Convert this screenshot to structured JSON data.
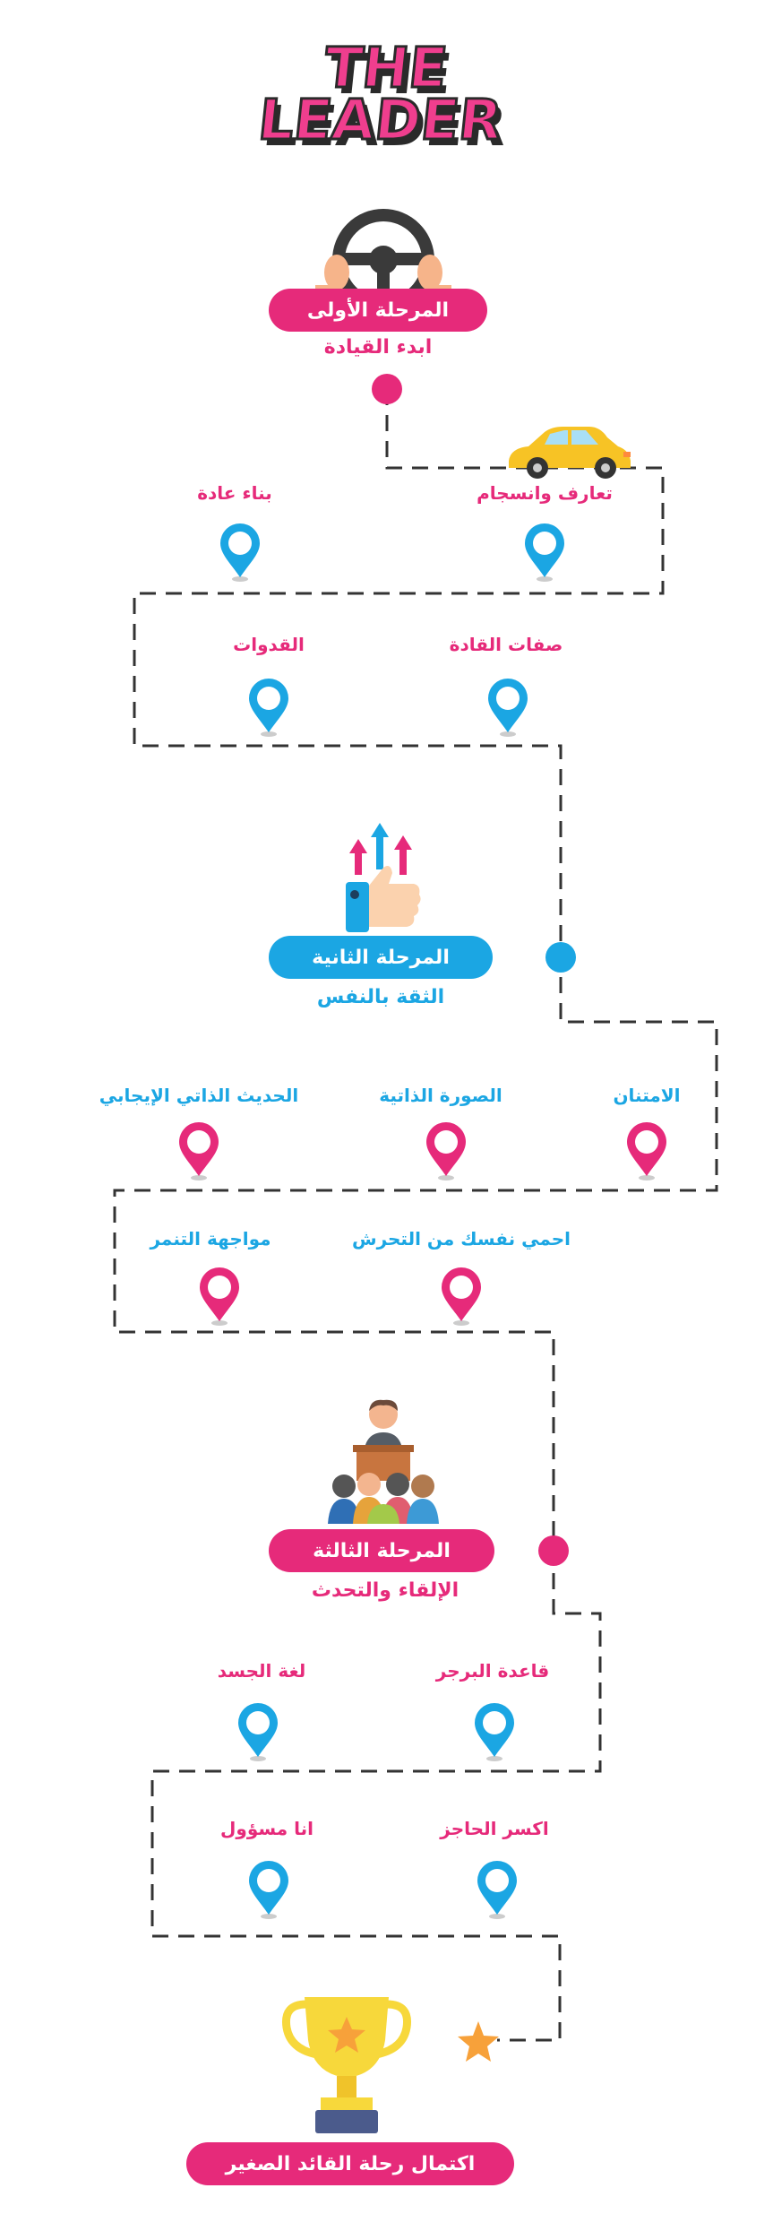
{
  "title": {
    "line1": "THE",
    "line2": "LEADER"
  },
  "colors": {
    "pink": "#e62a7a",
    "blue": "#1ba6e3",
    "path": "#333333"
  },
  "stage1": {
    "pill": "المرحلة الأولى",
    "subtitle": "ابدء القيادة",
    "icon": "steering-wheel-icon",
    "topics": [
      "تعارف وانسجام",
      "بناء عادة",
      "صفات القادة",
      "القدوات"
    ]
  },
  "stage2": {
    "pill": "المرحلة الثانية",
    "subtitle": "الثقة بالنفس",
    "icon": "thumbs-up-arrows-icon",
    "topics": [
      "الامتنان",
      "الصورة الذاتية",
      "الحديث الذاتي الإيجابي",
      "احمي نفسك من التحرش",
      "مواجهة التنمر"
    ]
  },
  "stage3": {
    "pill": "المرحلة الثالثة",
    "subtitle": "الإلقاء والتحدث",
    "icon": "speaker-audience-icon",
    "topics": [
      "قاعدة البرجر",
      "لغة الجسد",
      "اكسر الحاجز",
      "انا مسؤول"
    ]
  },
  "finish": {
    "pill": "اكتمال رحلة القائد الصغير",
    "icon": "trophy-icon",
    "star_icon": "star-icon"
  },
  "decor": {
    "car_icon": "car-icon",
    "pin_icon": "map-pin-icon"
  }
}
